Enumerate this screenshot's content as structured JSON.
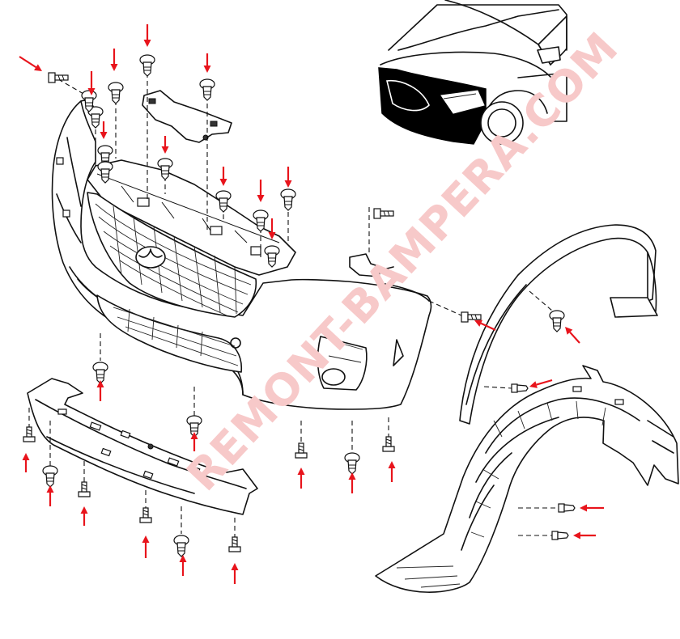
{
  "diagram": {
    "watermark": {
      "text": "REMONT-BAMPERA.COM",
      "color": "#f7c9c9"
    },
    "colors": {
      "arrow": "#e8141c",
      "line": "#111111",
      "background": "#ffffff"
    },
    "parts": [
      {
        "name": "front-bumper-cover"
      },
      {
        "name": "radiator-grille"
      },
      {
        "name": "lower-splash-shield"
      },
      {
        "name": "wheel-arch-molding"
      },
      {
        "name": "inner-fender-liner"
      },
      {
        "name": "bumper-bracket"
      },
      {
        "name": "car-front-view"
      }
    ],
    "fastener_count": 30
  }
}
